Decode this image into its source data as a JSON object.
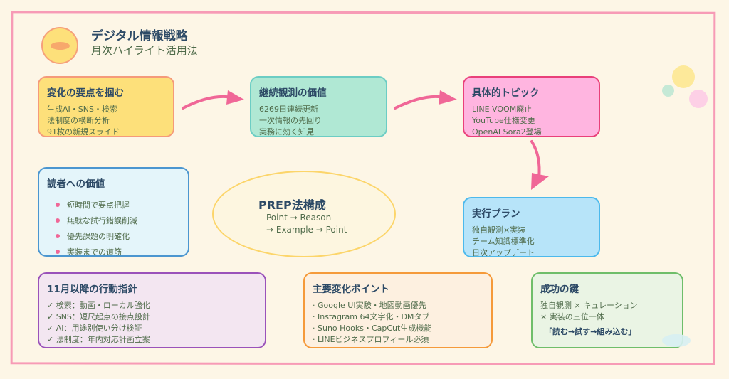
{
  "header": {
    "title": "デジタル情報戦略",
    "subtitle": "月次ハイライト活用法",
    "logo_icon": "smile-face-icon"
  },
  "colors": {
    "frame": "#f79bb6",
    "arrow": "#f06797",
    "title_text": "#2d4a66",
    "body_text": "#4f6b4a"
  },
  "flow": [
    {
      "title": "変化の要点を掴む",
      "lines": [
        "生成AI・SNS・検索",
        "法制度の横断分析",
        "91枚の新規スライド"
      ]
    },
    {
      "title": "継続観測の価値",
      "lines": [
        "6269日連続更新",
        "一次情報の先回り",
        "実務に効く知見"
      ]
    },
    {
      "title": "具体的トピック",
      "lines": [
        "LINE VOOM廃止",
        "YouTube仕様変更",
        "OpenAI Sora2登場"
      ]
    },
    {
      "title": "実行プラン",
      "lines": [
        "独自観測×実装",
        "チーム知識標準化",
        "日次アップデート"
      ]
    }
  ],
  "reader_value": {
    "title": "読者への価値",
    "items": [
      "短時間で要点把握",
      "無駄な試行錯誤削減",
      "優先課題の明確化",
      "実装までの道筋"
    ]
  },
  "prep": {
    "title": "PREP法構成",
    "line1": "Point → Reason",
    "line2": "→ Example → Point"
  },
  "action": {
    "title": "11月以降の行動指針",
    "items": [
      "✓ 検索：動画・ローカル強化",
      "✓ SNS：短尺起点の接点設計",
      "✓ AI：用途別使い分け検証",
      "✓ 法制度：年内対応計画立案"
    ]
  },
  "changes": {
    "title": "主要変化ポイント",
    "items": [
      "· Google UI実験・地図動画優先",
      "· Instagram 64文字化・DMタブ",
      "· Suno Hooks・CapCut生成機能",
      "· LINEビジネスプロフィール必須"
    ]
  },
  "success": {
    "title": "成功の鍵",
    "lines": [
      "独自観測 × キュレーション",
      "× 実装の三位一体"
    ],
    "key": "「読む→試す→組み込む」"
  }
}
